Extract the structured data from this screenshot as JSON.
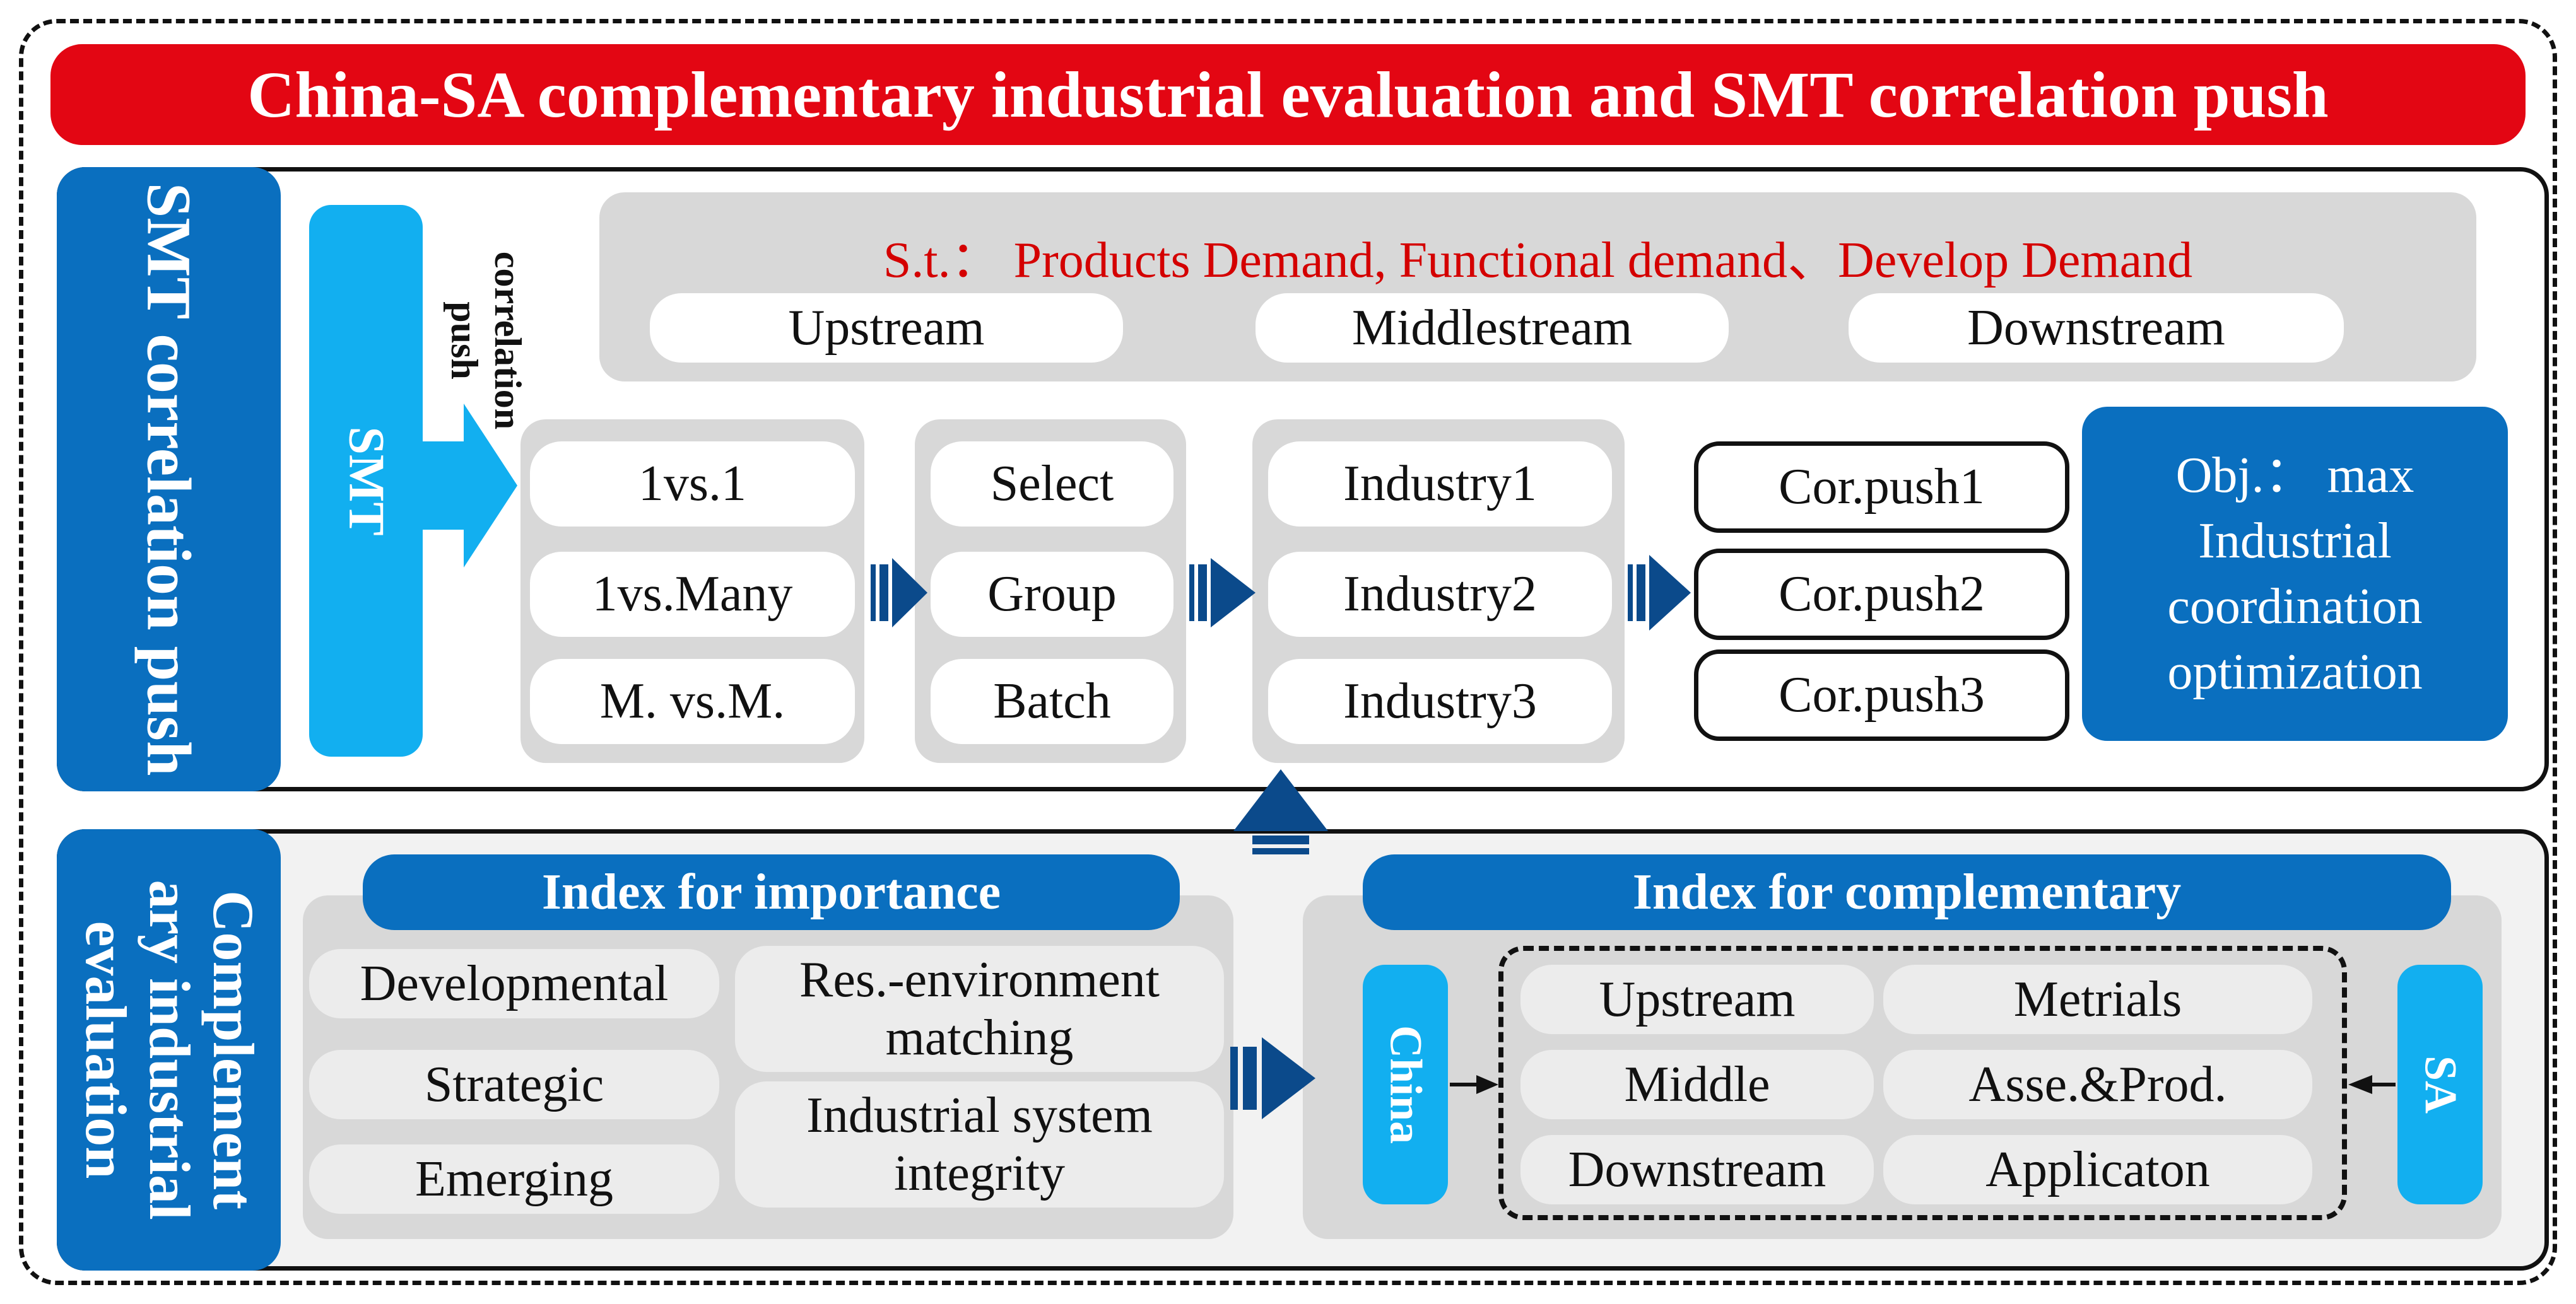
{
  "title": "China-SA complementary industrial evaluation and SMT correlation push",
  "top_panel": {
    "side_label": "SMT correlation push",
    "smt_label": "SMT",
    "arrow_label_line1": "correlation",
    "arrow_label_line2": "push",
    "constraint": "S.t.： Products Demand, Functional demand、Develop Demand",
    "streams": [
      "Upstream",
      "Middlestream",
      "Downstream"
    ],
    "modes": [
      "1vs.1",
      "1vs.Many",
      "M. vs.M."
    ],
    "actions": [
      "Select",
      "Group",
      "Batch"
    ],
    "industries": [
      "Industry1",
      "Industry2",
      "Industry3"
    ],
    "pushes": [
      "Cor.push1",
      "Cor.push2",
      "Cor.push3"
    ],
    "objective_line1": "Obj.： max",
    "objective_line2": "Industrial",
    "objective_line3": "coordination",
    "objective_line4": "optimization"
  },
  "bottom_panel": {
    "side_label_line1": "Complement",
    "side_label_line2": "ary industrial",
    "side_label_line3": "evaluation",
    "importance_header": "Index for importance",
    "importance_left": [
      "Developmental",
      "Strategic",
      "Emerging"
    ],
    "importance_right_1_line1": "Res.-environment",
    "importance_right_1_line2": "matching",
    "importance_right_2_line1": "Industrial system",
    "importance_right_2_line2": "integrity",
    "complementary_header": "Index for complementary",
    "china_label": "China",
    "sa_label": "SA",
    "chain_left": [
      "Upstream",
      "Middle",
      "Downstream"
    ],
    "chain_right": [
      "Metrials",
      "Asse.&Prod.",
      "Applicaton"
    ]
  },
  "colors": {
    "title_red": "#e30613",
    "dark_blue": "#0a6fbf",
    "light_blue": "#12aff0",
    "arrow_navy": "#0b4a8b",
    "constraint_red": "#d40000"
  }
}
